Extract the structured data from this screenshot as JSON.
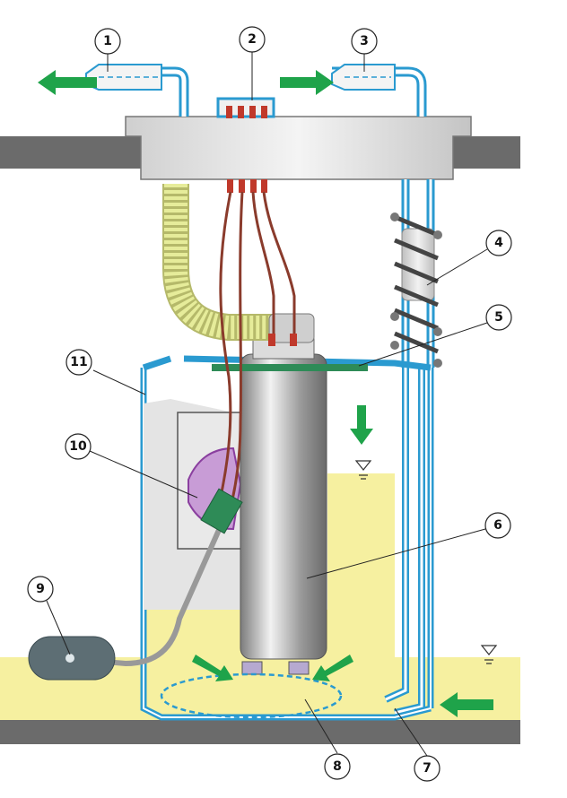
{
  "callouts": [
    {
      "id": "c1",
      "label": "1"
    },
    {
      "id": "c2",
      "label": "2"
    },
    {
      "id": "c3",
      "label": "3"
    },
    {
      "id": "c4",
      "label": "4"
    },
    {
      "id": "c5",
      "label": "5"
    },
    {
      "id": "c6",
      "label": "6"
    },
    {
      "id": "c7",
      "label": "7"
    },
    {
      "id": "c8",
      "label": "8"
    },
    {
      "id": "c9",
      "label": "9"
    },
    {
      "id": "c10",
      "label": "10"
    },
    {
      "id": "c11",
      "label": "11"
    }
  ],
  "colors": {
    "pipe": "#2a9ad0",
    "fuel": "#f6f0a0",
    "arrow": "#1fa34a",
    "housing": "#d8d8d8",
    "pump": "#9a9a9a",
    "float": "#5d6e74",
    "tank": "#6b6b6b",
    "hose": "#e6ec9a",
    "wire": "#8a3b2c"
  }
}
